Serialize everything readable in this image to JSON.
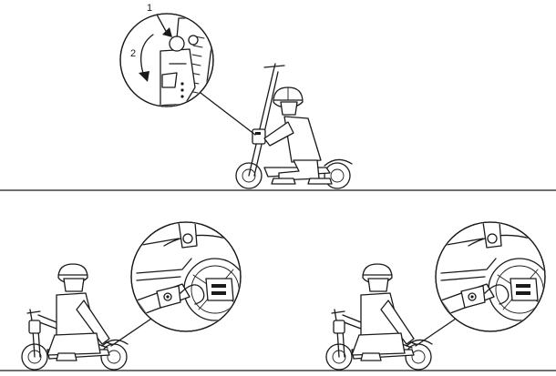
{
  "figure": {
    "panels": [
      {
        "id": "fold-unlock",
        "step_labels": [
          "1",
          "2"
        ]
      },
      {
        "id": "fold-hook-left"
      },
      {
        "id": "fold-hook-right"
      }
    ]
  }
}
